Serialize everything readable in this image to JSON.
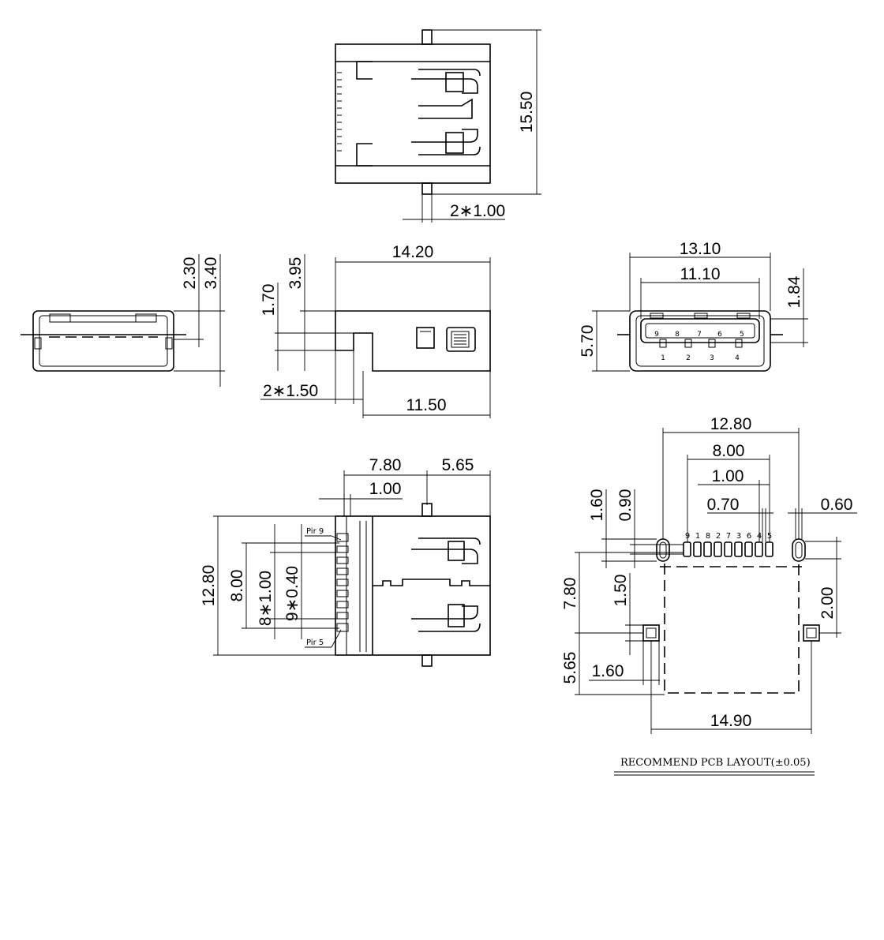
{
  "views": {
    "top": {
      "height_dim": "15.50",
      "tab_dim": "2∗1.00"
    },
    "side": {
      "width_dim": "14.20",
      "dim_395": "3.95",
      "dim_170": "1.70",
      "dim_1150": "11.50",
      "dim_2x150": "2∗1.50"
    },
    "end_left": {
      "dim_230": "2.30",
      "dim_340": "3.40"
    },
    "front": {
      "dim_1310": "13.10",
      "dim_1110": "11.10",
      "dim_184": "1.84",
      "dim_570": "5.70",
      "pins_top": [
        "9",
        "8",
        "7",
        "6",
        "5"
      ],
      "pins_bottom": [
        "1",
        "2",
        "3",
        "4"
      ]
    },
    "bottom": {
      "dim_780": "7.80",
      "dim_565": "5.65",
      "dim_100": "1.00",
      "dim_1280": "12.80",
      "dim_800": "8.00",
      "dim_8x100": "8∗1.00",
      "dim_9x040": "9∗0.40",
      "pin9_label": "Pir 9",
      "pin5_label": "Pir 5"
    },
    "pcb": {
      "dim_1280": "12.80",
      "dim_800": "8.00",
      "dim_100": "1.00",
      "dim_070": "0.70",
      "dim_060": "0.60",
      "dim_160": "1.60",
      "dim_090": "0.90",
      "dim_780": "7.80",
      "dim_150": "1.50",
      "dim_200": "2.00",
      "dim_565": "5.65",
      "dim_160b": "1.60",
      "dim_1490": "14.90",
      "pad_labels": [
        "9",
        "1",
        "8",
        "2",
        "7",
        "3",
        "6",
        "4",
        "5"
      ],
      "caption": "RECOMMEND  PCB  LAYOUT(±0.05)"
    }
  }
}
